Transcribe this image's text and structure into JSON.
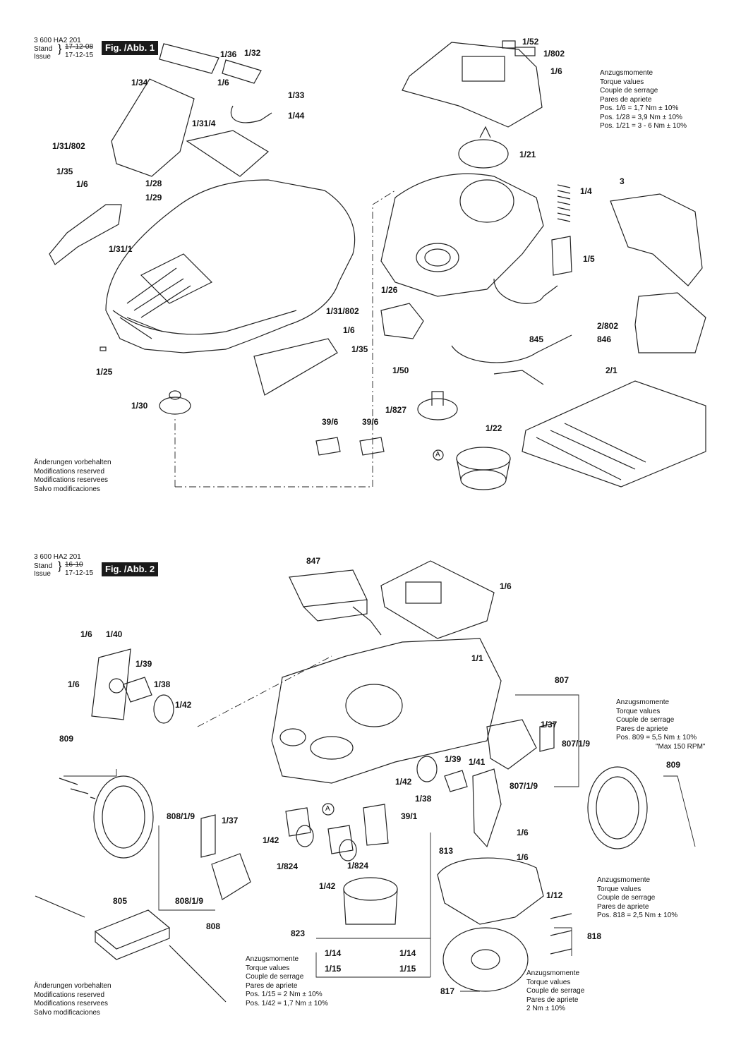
{
  "fig1": {
    "doc_number": "3 600 HA2 201",
    "stand_label": "Stand",
    "issue_label": "Issue",
    "stand_date": "17-12-08",
    "issue_date": "17-12-15",
    "title": "Fig. /Abb. 1",
    "labels": [
      "1/36",
      "1/32",
      "1/6",
      "1/34",
      "1/33",
      "1/44",
      "1/31/4",
      "1/31/802",
      "1/35",
      "1/6",
      "1/28",
      "1/29",
      "1/31/1",
      "1/25",
      "1/30",
      "1/31/802",
      "1/6",
      "1/35",
      "1/52",
      "1/802",
      "1/6",
      "1/21",
      "1/4",
      "3",
      "1/5",
      "1/26",
      "2/802",
      "845",
      "846",
      "1/50",
      "2/1",
      "1/827",
      "39/6",
      "39/6",
      "1/22",
      "A"
    ],
    "torque_note": [
      "Anzugsmomente",
      "Torque values",
      "Couple de serrage",
      "Pares de apriete",
      "Pos. 1/6   = 1,7 Nm  ± 10%",
      "Pos. 1/28 = 3,9 Nm  ± 10%",
      "Pos. 1/21 = 3 - 6 Nm  ± 10%"
    ],
    "changes_note": [
      "Änderungen vorbehalten",
      "Modifications reserved",
      "Modifications reservees",
      "Salvo modificaciones"
    ]
  },
  "fig2": {
    "doc_number": "3 600 HA2 201",
    "stand_label": "Stand",
    "issue_label": "Issue",
    "stand_date": "16-10",
    "issue_date": "17-12-15",
    "title": "Fig. /Abb. 2",
    "labels": [
      "847",
      "1/6",
      "1/6",
      "1/40",
      "1/1",
      "1/39",
      "1/6",
      "1/38",
      "1/42",
      "807",
      "1/37",
      "807/1/9",
      "809",
      "1/39",
      "1/41",
      "1/42",
      "807/1/9",
      "1/38",
      "809",
      "808/1/9",
      "1/37",
      "A",
      "39/1",
      "1/6",
      "1/42",
      "1/824",
      "1/824",
      "1/6",
      "813",
      "1/42",
      "805",
      "808/1/9",
      "1/12",
      "808",
      "818",
      "823",
      "1/14",
      "1/14",
      "1/15",
      "1/15",
      "817"
    ],
    "torque_note_a": [
      "Anzugsmomente",
      "Torque values",
      "Couple de serrage",
      "Pares de apriete",
      "Pos. 809 = 5,5 Nm  ± 10%",
      "\"Max 150 RPM\""
    ],
    "torque_note_b": [
      "Anzugsmomente",
      "Torque values",
      "Couple de serrage",
      "Pares de apriete",
      "Pos. 818 = 2,5 Nm  ± 10%"
    ],
    "torque_note_c": [
      "Anzugsmomente",
      "Torque values",
      "Couple de serrage",
      "Pares de apriete",
      "Pos. 1/15 = 2 Nm  ± 10%",
      "Pos. 1/42 = 1,7 Nm  ± 10%"
    ],
    "torque_note_d": [
      "Anzugsmomente",
      "Torque values",
      "Couple de serrage",
      "Pares de apriete",
      "2 Nm  ± 10%"
    ],
    "changes_note": [
      "Änderungen vorbehalten",
      "Modifications reserved",
      "Modifications reservees",
      "Salvo modificaciones"
    ]
  }
}
